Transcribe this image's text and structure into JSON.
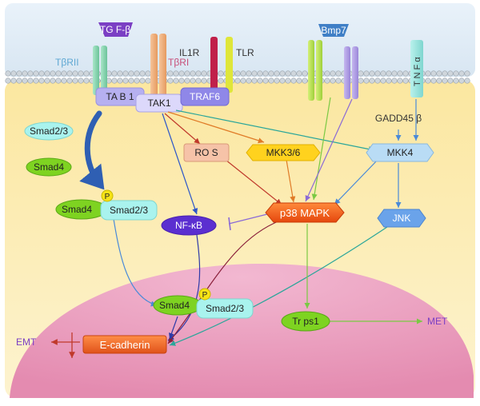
{
  "ligands": {
    "tgf_beta": "TG F-β",
    "bmp7": "Bmp7",
    "il1r": "IL1R",
    "tlr": "TLR",
    "tnf_alpha": "T N F α"
  },
  "receptors": {
    "tbetarii": "TβRII",
    "tbetari": "TβRI"
  },
  "adaptors": {
    "tab1": "TA B 1",
    "tak1": "TAK1",
    "traf6": "TRAF6"
  },
  "nodes": {
    "smad23_free": "Smad2/3",
    "smad4_free": "Smad4",
    "smad4_complex": "Smad4",
    "smad23_complex": "Smad2/3",
    "phospho_1": "P",
    "ros": "RO S",
    "mkk36": "MKK3/6",
    "gadd45": "GADD45 β",
    "mkk4": "MKK4",
    "nfkb": "NF-κB",
    "p38": "p38 MAPK",
    "jnk": "JNK",
    "smad4_nuclear": "Smad4",
    "smad23_nuclear": "Smad2/3",
    "phospho_2": "P",
    "trps1": "Tr ps1",
    "ecadherin": "E-cadherin",
    "emt": "EMT",
    "met": "MET"
  },
  "colors": {
    "membrane_band": "#e6f0f8",
    "cytoplasm": "#fbe9a6",
    "nucleus": "#ec9fbf",
    "smad_green": "#7ed321",
    "smad_cyan": "#a9f3ee",
    "ros": "#f6c3a8",
    "mkk36": "#ffd21e",
    "mkk4": "#b9dcf5",
    "nfkb": "#5b2fd0",
    "p38": "#f25a1c",
    "jnk": "#6aa3ea",
    "ecadherin": "#ef6a22",
    "tgf": "#7b3fc4",
    "bmp7": "#3f7fc6"
  }
}
